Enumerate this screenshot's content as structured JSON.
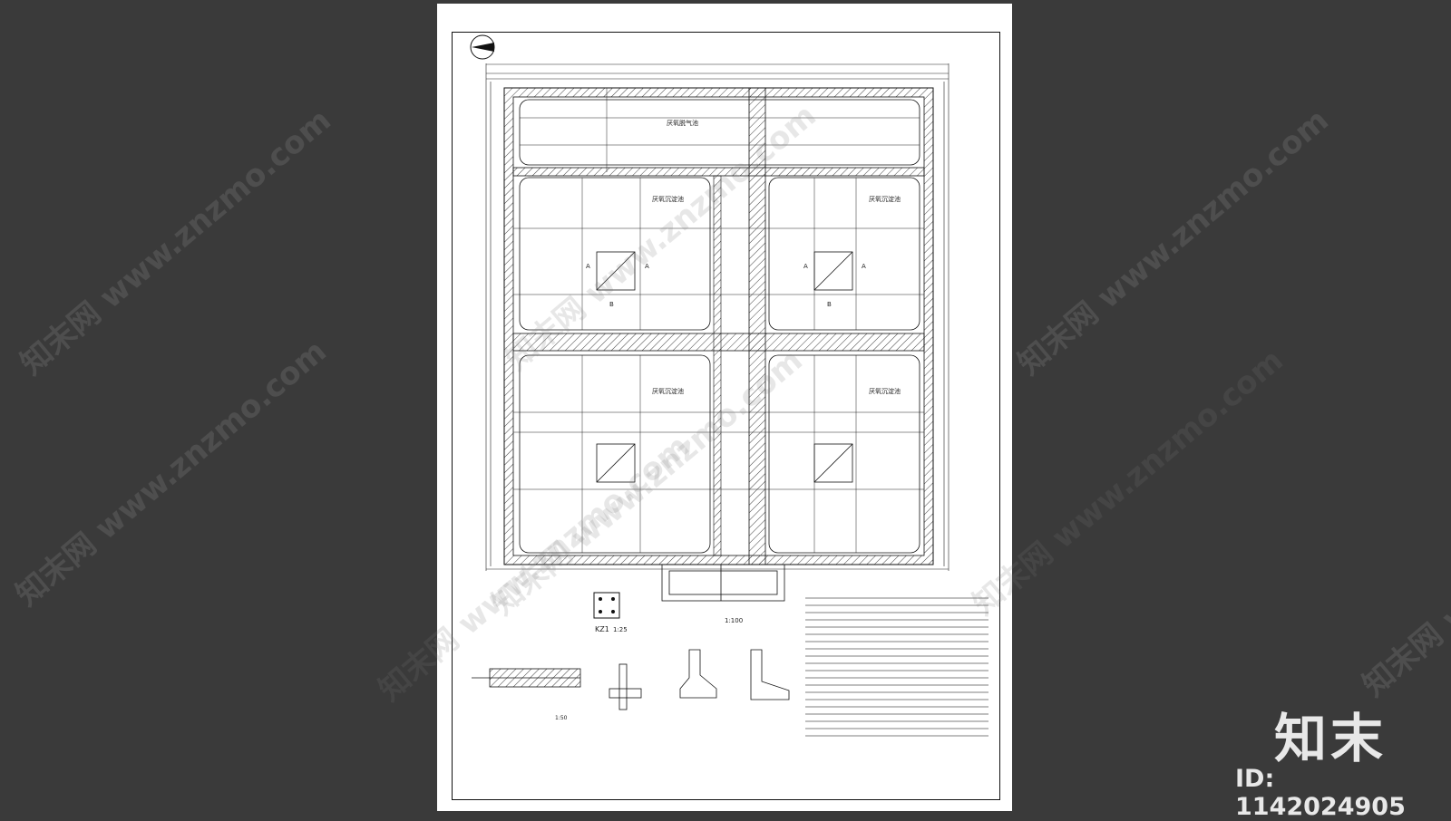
{
  "watermark": {
    "site_text": "知末网 www.znzmo.com"
  },
  "brand": {
    "logo": "知末",
    "id_text": "ID: 1142024905"
  },
  "plan": {
    "tank_top": "厌氧脱气池",
    "tank_settle": "厌氧沉淀池",
    "section_mark": "A",
    "section_mark_b": "B",
    "scale_plan": "1:100",
    "col_label": "KZ1",
    "col_scale": "1:25",
    "detail_scale": "1:50"
  },
  "colors": {
    "page_bg": "#3a3a3a",
    "sheet_bg": "#ffffff",
    "line": "#111111",
    "hatch": "#333333"
  }
}
